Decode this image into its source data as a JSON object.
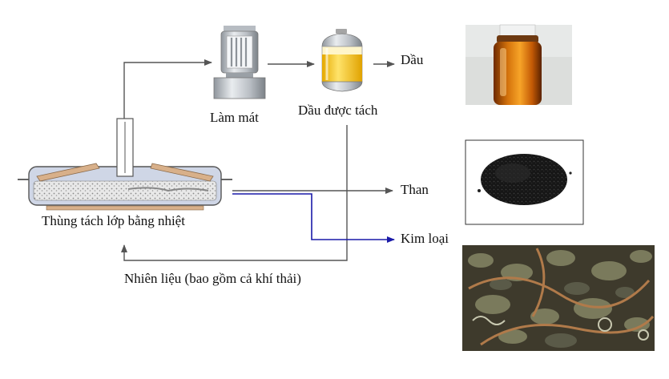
{
  "labels": {
    "cooler": "Làm mát",
    "oil_separator": "Dầu được tách",
    "oil": "Dầu",
    "char": "Than",
    "metal": "Kim loại",
    "reactor": "Thùng tách lớp bằng nhiệt",
    "fuel": "Nhiên liệu (bao gồm cả khí thải)"
  },
  "colors": {
    "flow_line": "#555555",
    "metal_line": "#1a1aa8",
    "oil": "#f2c21b",
    "char": "#1c1c1c",
    "reactor_body": "#cfd6e6"
  },
  "icons": {
    "cooler": "condenser-icon",
    "separator": "oil-tank-icon",
    "reactor": "pyrolysis-reactor-icon"
  }
}
